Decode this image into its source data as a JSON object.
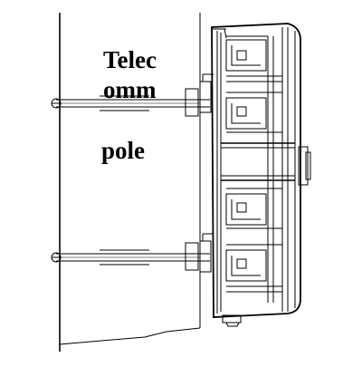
{
  "diagram": {
    "pole_label_line1": "Telec",
    "pole_label_line2": "omm",
    "pole_label_line3": "pole"
  },
  "colors": {
    "line": "#000000",
    "background": "#ffffff"
  }
}
